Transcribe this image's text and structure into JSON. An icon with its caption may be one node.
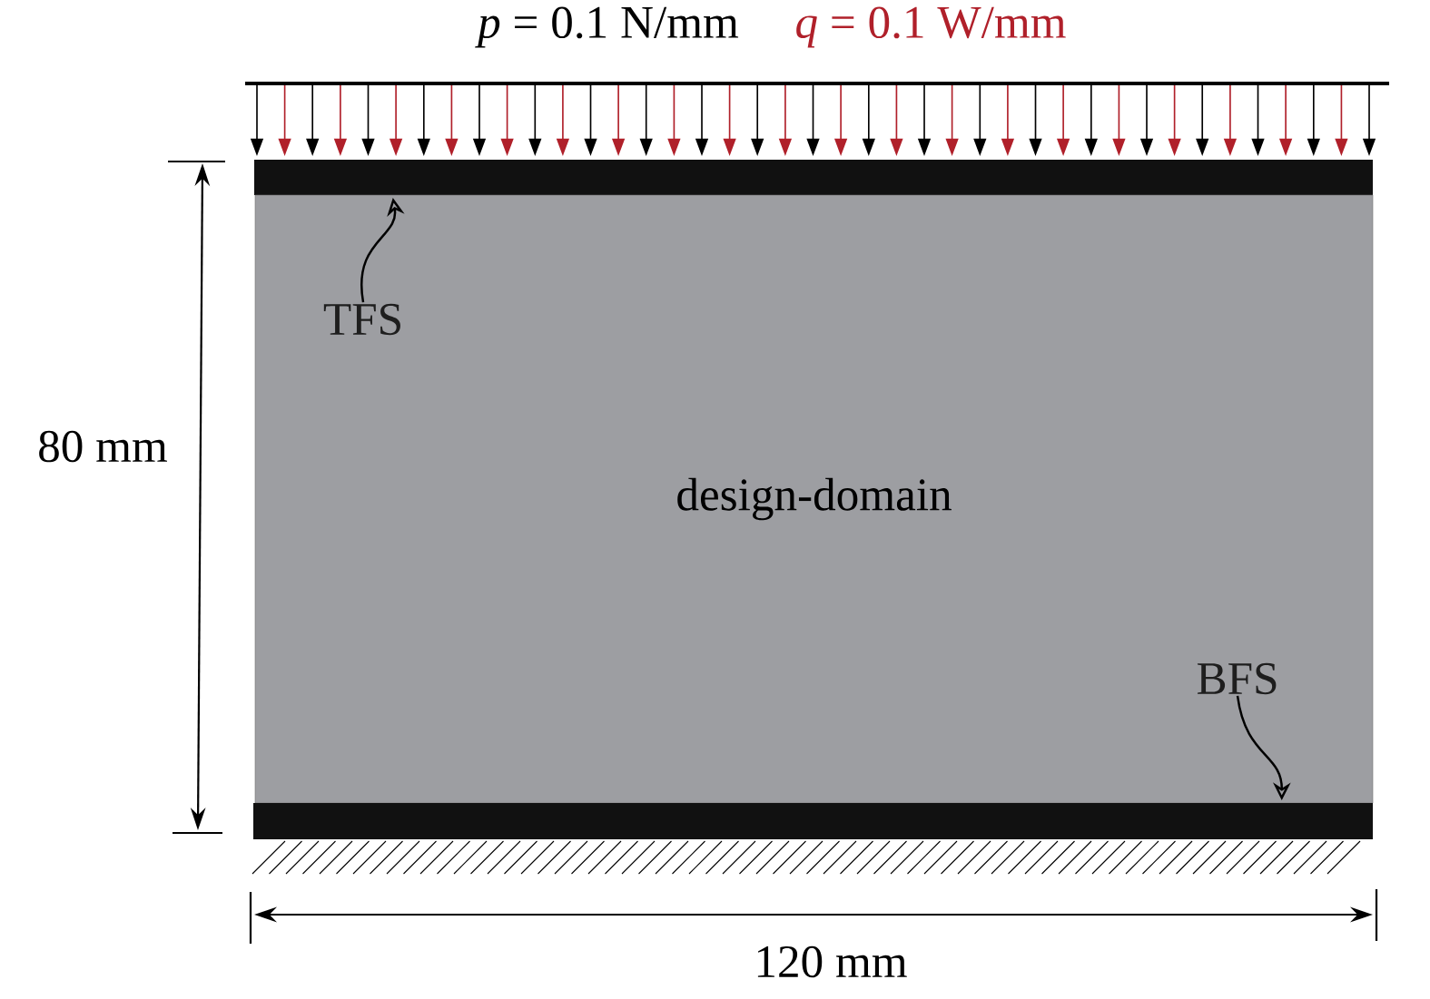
{
  "diagram": {
    "nodes": [
      {
        "text": [],
        "shape": "bar"
      },
      {
        "text": [
          "design-domain"
        ]
      },
      {
        "text": [
          "TFS"
        ],
        "in": 1
      },
      {
        "text": [
          "BFS"
        ],
        "in": 1
      },
      {
        "text": [],
        "shape": "bar"
      }
    ],
    "edges": [
      {
        "from": 2,
        "to": 0,
        "arrow": "to"
      },
      {
        "from": 3,
        "to": 4,
        "arrow": "to"
      }
    ],
    "labels": [
      "*p* = 0.1 N/mm",
      "*q* = 0.1 W/mm",
      "80 mm",
      "120 mm"
    ]
  }
}
